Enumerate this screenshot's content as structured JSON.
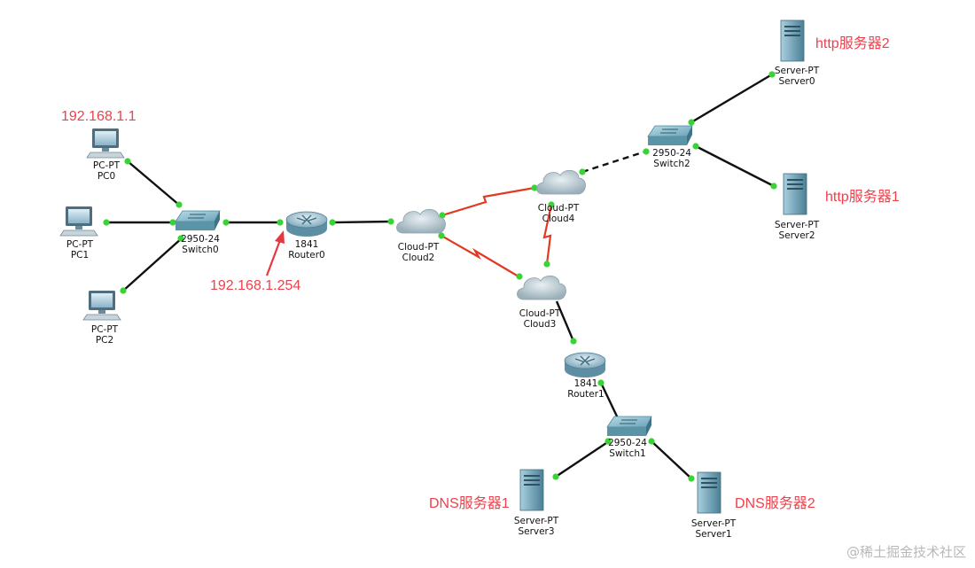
{
  "devices": {
    "pc0": {
      "model": "PC-PT",
      "name": "PC0"
    },
    "pc1": {
      "model": "PC-PT",
      "name": "PC1"
    },
    "pc2": {
      "model": "PC-PT",
      "name": "PC2"
    },
    "switch0": {
      "model": "2950-24",
      "name": "Switch0"
    },
    "router0": {
      "model": "1841",
      "name": "Router0"
    },
    "cloud2": {
      "model": "Cloud-PT",
      "name": "Cloud2"
    },
    "cloud3": {
      "model": "Cloud-PT",
      "name": "Cloud3"
    },
    "cloud4": {
      "model": "Cloud-PT",
      "name": "Cloud4"
    },
    "switch2": {
      "model": "2950-24",
      "name": "Switch2"
    },
    "server0": {
      "model": "Server-PT",
      "name": "Server0"
    },
    "server2": {
      "model": "Server-PT",
      "name": "Server2"
    },
    "router1": {
      "model": "1841",
      "name": "Router1"
    },
    "switch1": {
      "model": "2950-24",
      "name": "Switch1"
    },
    "server3": {
      "model": "Server-PT",
      "name": "Server3"
    },
    "server1": {
      "model": "Server-PT",
      "name": "Server1"
    }
  },
  "annotations": {
    "pc0_ip": "192.168.1.1",
    "router0_ip": "192.168.1.254",
    "http2": "http服务器2",
    "http1": "http服务器1",
    "dns1": "DNS服务器1",
    "dns2": "DNS服务器2"
  },
  "watermark": "@稀土掘金技术社区",
  "colors": {
    "copper_link": "#111111",
    "serial_link": "#e23a22",
    "port_up": "#38d435",
    "annotation": "#f0404b"
  }
}
